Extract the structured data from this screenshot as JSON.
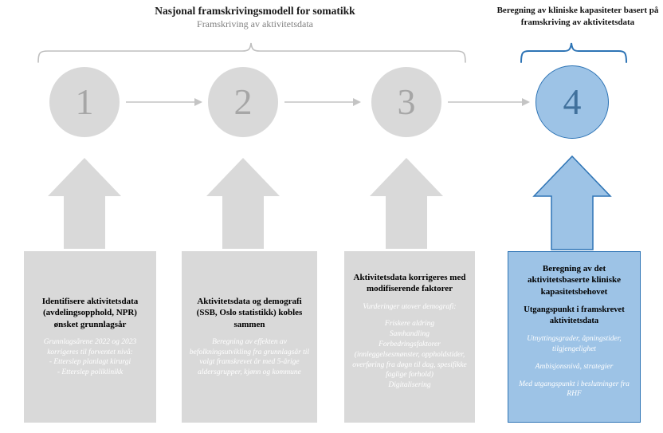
{
  "header": {
    "main_title": "Nasjonal framskrivingsmodell for somatikk",
    "main_subtitle": "Framskriving av aktivitetsdata",
    "right_title": "Beregning av kliniske kapasiteter basert på framskriving av aktivitetsdata"
  },
  "colors": {
    "gray_fill": "#d9d9d9",
    "gray_number": "#a6a6a6",
    "blue_fill": "#9dc3e6",
    "blue_border": "#2e74b5",
    "connector_gray": "#c4c4c4",
    "white_text": "#ffffff"
  },
  "steps": [
    {
      "number": "1",
      "heading": "Identifisere aktivitetsdata (avdelingsopphold, NPR) ønsket grunnlagsår",
      "details": [
        "Grunnlagsårene 2022 og 2023 korrigeres til forventet nivå:",
        "- Etterslep planlagt kirurgi",
        "- Etterslep poliklinikk"
      ]
    },
    {
      "number": "2",
      "heading": "Aktivitetsdata og demografi (SSB, Oslo statistikk) kobles sammen",
      "details": [
        "Beregning av effekten av befolkningsutvikling fra grunnlagsår til valgt framskrevet år med 5-årige aldersgrupper, kjønn og kommune"
      ]
    },
    {
      "number": "3",
      "heading": "Aktivitetsdata korrigeres med modifiserende faktorer",
      "details": [
        "Vurderinger utover demografi:",
        "Friskere aldring",
        "Samhandling",
        "Forbedringsfaktorer (innleggelsesmønster, oppholdstider, overføring fra døgn til dag, spesifikke faglige forhold)",
        "Digitalisering"
      ]
    },
    {
      "number": "4",
      "heading": "Beregning av det aktivitetsbaserte kliniske kapasitetsbehovet",
      "subheading": "Utgangspunkt i framskrevet aktivitetsdata",
      "details": [
        "Utnyttingsgrader, åpningstider, tilgjengelighet",
        "Ambisjonsnivå, strategier",
        "Med utgangspunkt i beslutninger fra RHF"
      ]
    }
  ]
}
